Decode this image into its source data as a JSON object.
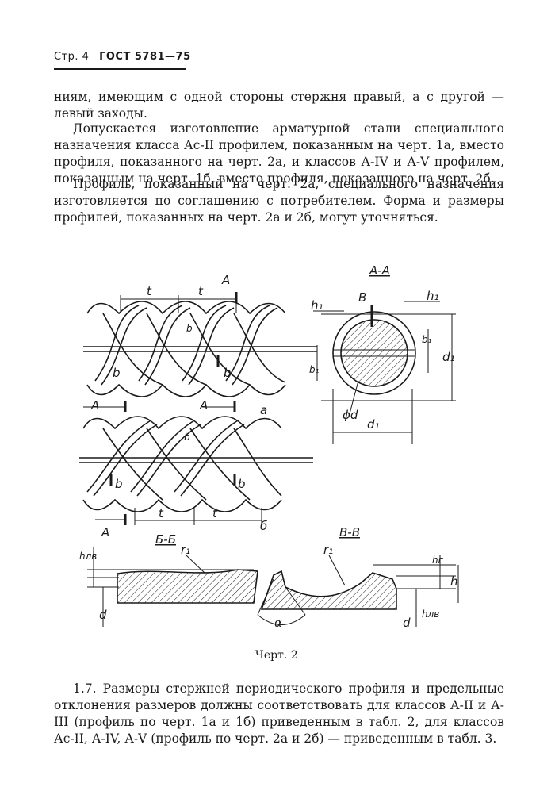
{
  "header": {
    "page": "Стр. 4",
    "standard": "ГОСТ 5781—75"
  },
  "paragraphs": {
    "p1": "ниям, имеющим с одной стороны стержня правый, а с другой — левый заходы.",
    "p2": "Допускается изготовление арматурной стали специального назначения класса Ас-II профилем, показанным на черт. 1а, вместо профиля, показанного на черт. 2а, и классов А-IV и А-V профилем, показанным на черт. 1б, вместо профиля, показанного на черт. 2б.",
    "p3": "Профиль, показанный на черт. 2а, специального назначения изготовляется по соглашению с потребителем. Форма и размеры профилей, показанных на черт. 2а и 2б, могут уточняться.",
    "p4": "1.7. Размеры стержней периодического профиля и предельные отклонения размеров должны соответствовать для классов А-II и А-III (профиль по черт. 1а и 1б) приведенным в табл. 2, для классов Ас-II, А-IV, А-V (профиль по черт. 2а и 2б) — приведенным в табл. 3."
  },
  "figure": {
    "caption": "Черт. 2",
    "labels": {
      "section_aa": "А-А",
      "section_bb": "Б-Б",
      "section_vv": "В-В",
      "a": "А",
      "b": "b",
      "v": "В",
      "t": "t",
      "variant_a": "a",
      "variant_b": "б",
      "h1": "h₁",
      "b1": "b₁",
      "d1": "d₁",
      "phi_d": "ϕd",
      "d": "d",
      "h_lv": "hлв",
      "h_pv": "hлв",
      "h_g": "hг",
      "h": "h",
      "r1": "r₁",
      "alpha": "α"
    }
  }
}
